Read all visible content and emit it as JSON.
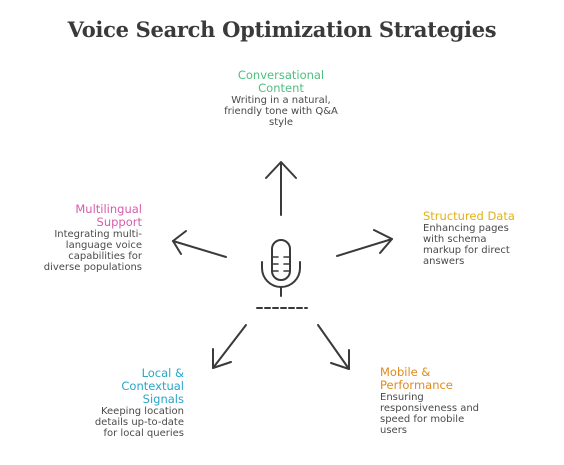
{
  "title": "Voice Search Optimization Strategies",
  "items": [
    {
      "heading": "Conversational Content",
      "text": "Writing in a natural, friendly tone with Q&A style",
      "color": "#4fbf7e"
    },
    {
      "heading": "Structured Data",
      "text": "Enhancing pages with schema markup for direct answers",
      "color": "#e1b213"
    },
    {
      "heading": "Mobile & Performance",
      "text": "Ensuring responsiveness and speed for mobile users",
      "color": "#e08a1e"
    },
    {
      "heading": "Local & Contextual Signals",
      "text": "Keeping location details up-to-date for local queries",
      "color": "#2aa6c9"
    },
    {
      "heading": "Multilingual Support",
      "text": "Integrating multi-language voice capabilities for diverse populations",
      "color": "#d65cac"
    }
  ],
  "icons": {
    "center": "microphone-icon"
  }
}
